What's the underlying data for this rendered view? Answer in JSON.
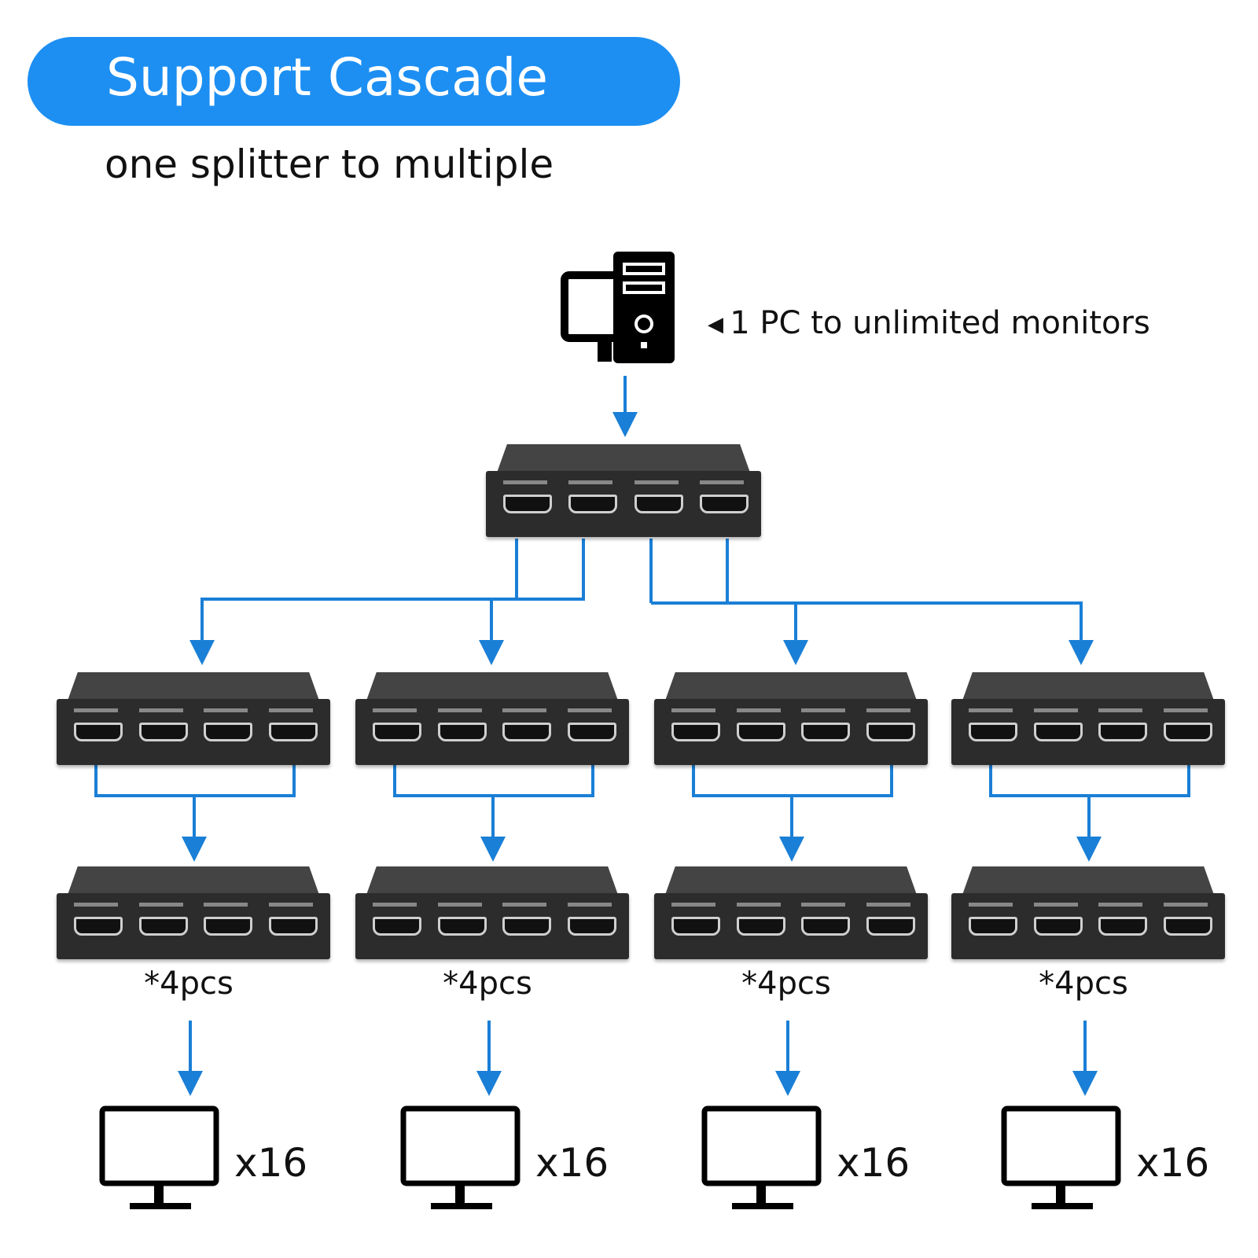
{
  "header": {
    "title": "Support Cascade",
    "subtitle": "one splitter to multiple"
  },
  "pc": {
    "icon": "desktop-pc-icon",
    "label": "1 PC to unlimited monitors"
  },
  "colors": {
    "accent": "#1d8ff2",
    "connector": "#1a7fd6",
    "device": "#2c2c2c"
  },
  "groups": [
    {
      "quantity": "*4pcs",
      "monitor_count": "x16"
    },
    {
      "quantity": "*4pcs",
      "monitor_count": "x16"
    },
    {
      "quantity": "*4pcs",
      "monitor_count": "x16"
    },
    {
      "quantity": "*4pcs",
      "monitor_count": "x16"
    }
  ]
}
